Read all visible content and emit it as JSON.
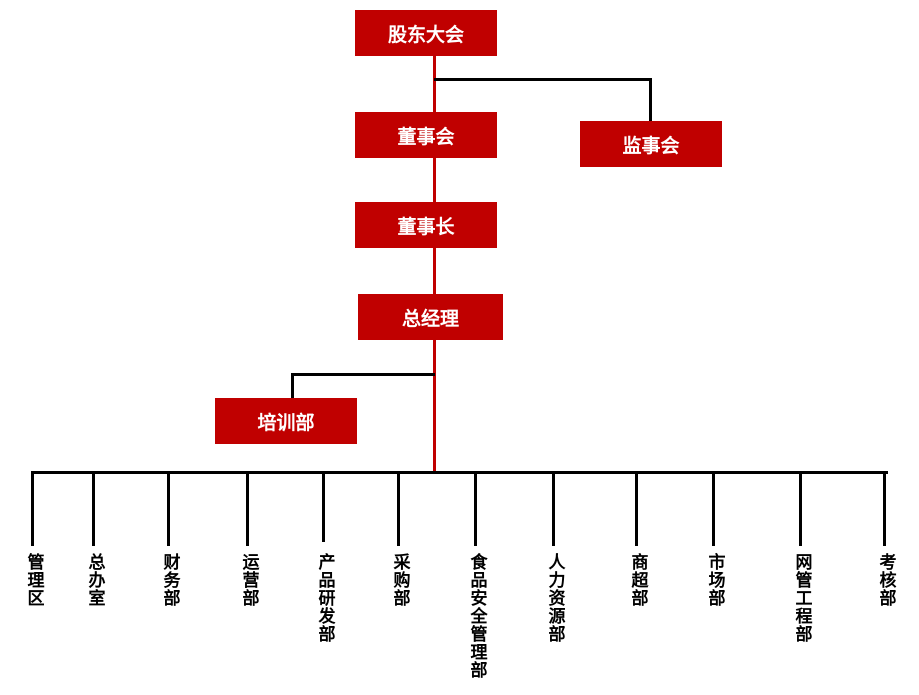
{
  "nodes": {
    "shareholders": "股东大会",
    "board": "董事会",
    "supervisors": "监事会",
    "chairman": "董事长",
    "general_manager": "总经理",
    "training": "培训部"
  },
  "departments": [
    "管理区",
    "总办室",
    "财务部",
    "运营部",
    "产品研发部",
    "采购部",
    "食品安全管理部",
    "人力资源部",
    "商超部",
    "市场部",
    "网管工程部",
    "考核部"
  ],
  "colors": {
    "box": "#c00000",
    "trunk": "#c00000",
    "branch": "#000000"
  }
}
